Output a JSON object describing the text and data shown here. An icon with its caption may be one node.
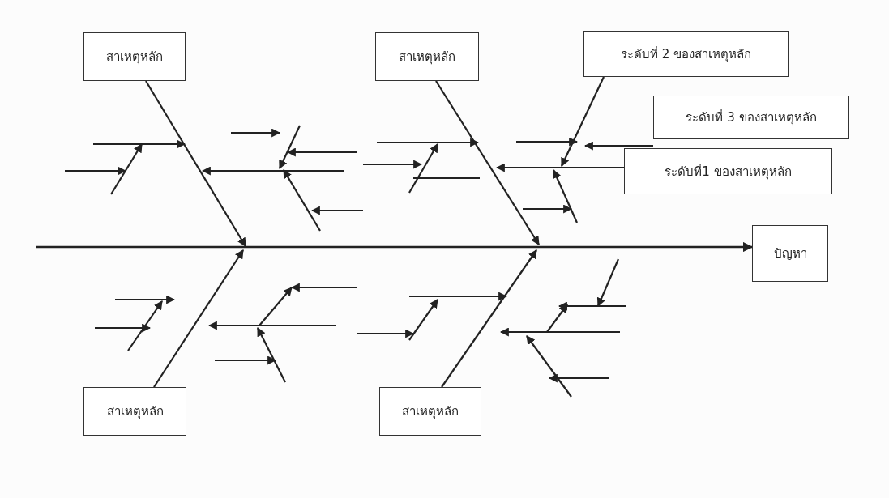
{
  "diagram": {
    "nodes": [
      {
        "text": [
          "สาเหตุหลัก"
        ]
      },
      {
        "text": [
          "สาเหตุหลัก"
        ]
      },
      {
        "text": [
          "ระดับที่ 2 ของสาเหตุหลัก"
        ]
      },
      {
        "text": [
          "ระดับที่ 3 ของสาเหตุหลัก"
        ]
      },
      {
        "text": [
          "ระดับที่1  ของสาเหตุหลัก"
        ]
      },
      {
        "text": [
          "ปัญหา"
        ]
      },
      {
        "text": [
          "สาเหตุหลัก"
        ]
      },
      {
        "text": [
          "สาเหตุหลัก"
        ]
      }
    ],
    "edges": [
      {
        "from": 0,
        "to": null,
        "arrow": "to"
      },
      {
        "from": 1,
        "to": null,
        "arrow": "to"
      },
      {
        "from": 2,
        "to": null,
        "arrow": "to"
      },
      {
        "from": 3,
        "to": null,
        "arrow": "to"
      },
      {
        "from": 4,
        "to": null,
        "arrow": "to"
      },
      {
        "from": null,
        "to": 5,
        "arrow": "to"
      },
      {
        "from": 6,
        "to": null,
        "arrow": "to"
      },
      {
        "from": 7,
        "to": null,
        "arrow": "to"
      }
    ]
  }
}
